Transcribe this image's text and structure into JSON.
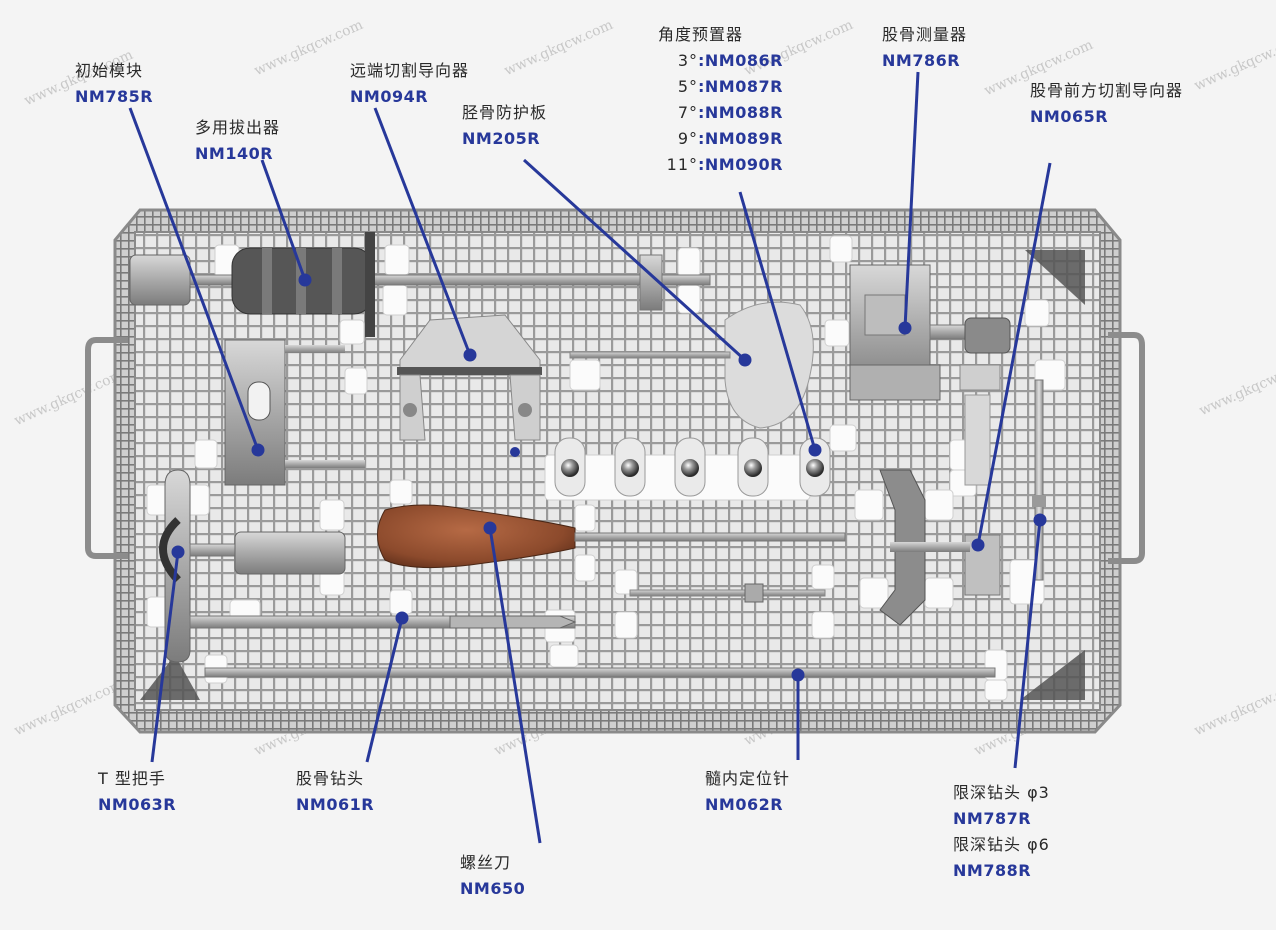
{
  "watermark": "www.gkqcw.com",
  "line_color": "#27389a",
  "code_color": "#27389a",
  "callouts": {
    "initial_module": {
      "name": "初始模块",
      "code": "NM785R"
    },
    "multi_extractor": {
      "name": "多用拔出器",
      "code": "NM140R"
    },
    "distal_cutting_guide": {
      "name": "远端切割导向器",
      "code": "NM094R"
    },
    "tibial_protector": {
      "name": "胫骨防护板",
      "code": "NM205R"
    },
    "angle_presetter": {
      "name": "角度预置器",
      "rows": [
        {
          "deg": "3°",
          "code": ":NM086R"
        },
        {
          "deg": "5°",
          "code": ":NM087R"
        },
        {
          "deg": "7°",
          "code": ":NM088R"
        },
        {
          "deg": "9°",
          "code": ":NM089R"
        },
        {
          "deg": "11°",
          "code": ":NM090R"
        }
      ]
    },
    "femoral_sizer": {
      "name": "股骨测量器",
      "code": "NM786R"
    },
    "femoral_anterior_guide": {
      "name": "股骨前方切割导向器",
      "code": "NM065R"
    },
    "t_handle": {
      "name": "T 型把手",
      "code": "NM063R"
    },
    "femoral_drill": {
      "name": "股骨钻头",
      "code": "NM061R"
    },
    "screwdriver": {
      "name": "螺丝刀",
      "code": "NM650"
    },
    "intramedullary_rod": {
      "name": "髓内定位针",
      "code": "NM062R"
    },
    "depth_drill_3": {
      "name": "限深钻头 φ3",
      "code": "NM787R"
    },
    "depth_drill_6": {
      "name": "限深钻头 φ6",
      "code": "NM788R"
    }
  }
}
